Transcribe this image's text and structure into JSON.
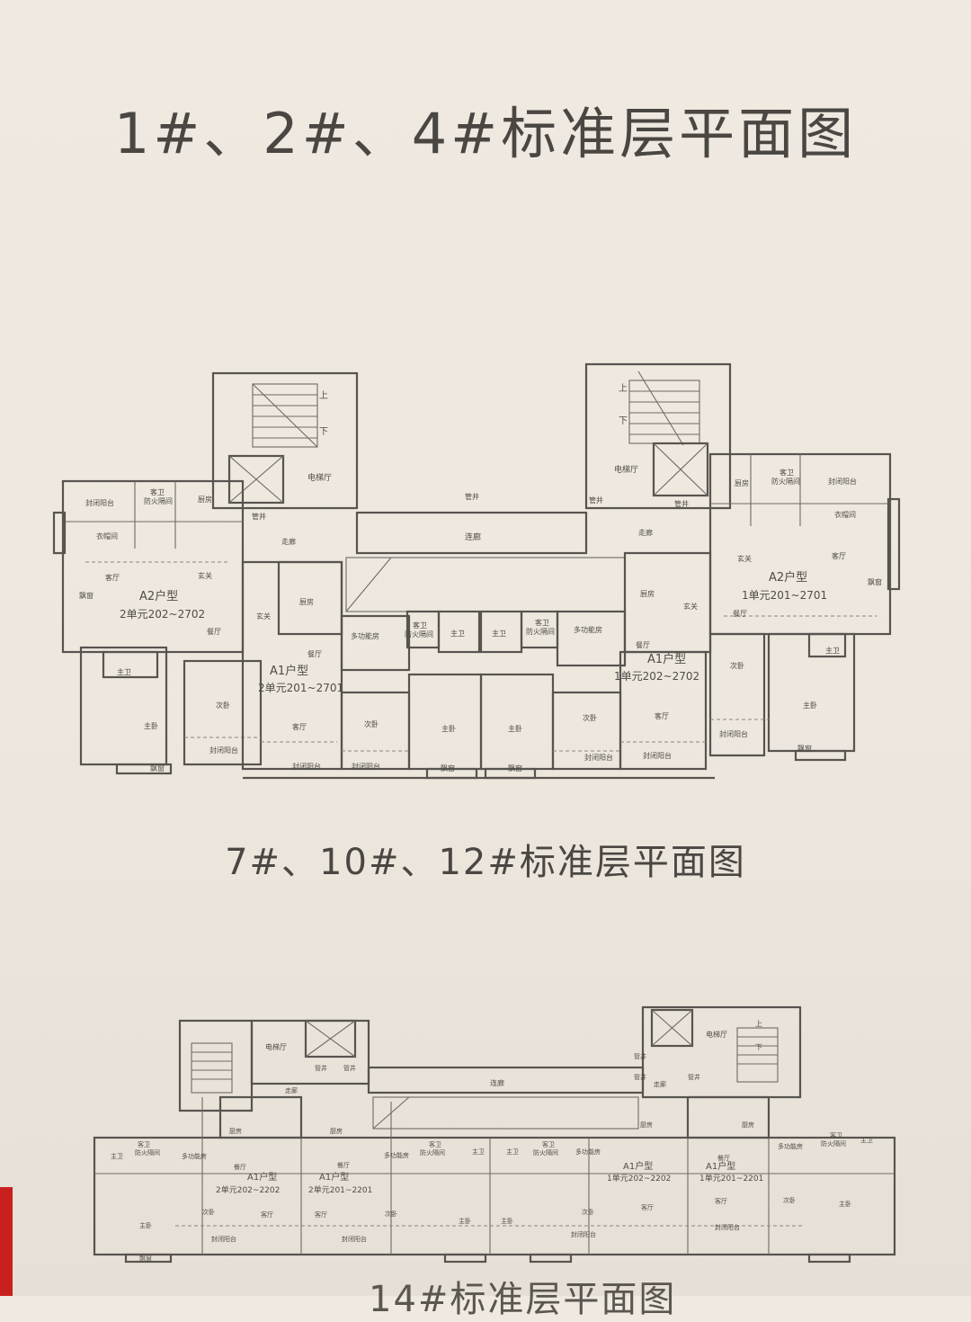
{
  "titles": {
    "plan1": "1#、2#、4#标准层平面图",
    "plan2": "7#、10#、12#标准层平面图",
    "plan3": "14#标准层平面图"
  },
  "plan1": {
    "rooms": {
      "stair_up_l": "上",
      "stair_down_l": "下",
      "stair_up_r": "上",
      "stair_down_r": "下",
      "lift_hall_l": "电梯厅",
      "lift_hall_r": "电梯厅",
      "pipe_l": "管井",
      "pipe_c": "管井",
      "pipe_r1": "管井",
      "pipe_r2": "管井",
      "corridor_l": "走廊",
      "corridor_r": "走廊",
      "link_corridor": "连廊",
      "a2l_balcony": "封闭阳台",
      "a2l_guest_bath": "客卫",
      "a2l_fire_room": "防火隔间",
      "a2l_kitchen": "厨房",
      "a2l_closet": "衣帽间",
      "a2l_living": "客厅",
      "a2l_foyer": "玄关",
      "a2l_bay": "飘窗",
      "a2l_dining": "餐厅",
      "a2l_master_bath": "主卫",
      "a2l_second_bed": "次卧",
      "a2l_master_bed": "主卧",
      "a2l_bay2": "飘窗",
      "a2l_balcony2": "封闭阳台",
      "a1l_foyer": "玄关",
      "a1l_kitchen": "厨房",
      "a1l_dining": "餐厅",
      "a1l_living": "客厅",
      "a1l_balcony": "封闭阳台",
      "a1l_second_bed": "次卧",
      "a1l_balcony2": "封闭阳台",
      "a1l_multi": "多功能房",
      "a1l_guest_bath": "客卫",
      "a1l_fire_room": "防火隔间",
      "a1l_master_bath": "主卫",
      "a1l_master_bed": "主卧",
      "a1l_bay": "飘窗",
      "a1r_master_bath": "主卫",
      "a1r_guest_bath": "客卫",
      "a1r_fire_room": "防火隔间",
      "a1r_multi": "多功能房",
      "a1r_kitchen": "厨房",
      "a1r_foyer": "玄关",
      "a1r_dining": "餐厅",
      "a1r_master_bed": "主卧",
      "a1r_bay": "飘窗",
      "a1r_second_bed": "次卧",
      "a1r_living": "客厅",
      "a1r_balcony": "封闭阳台",
      "a1r_balcony2": "封闭阳台",
      "a2r_kitchen": "厨房",
      "a2r_guest_bath": "客卫",
      "a2r_fire_room": "防火隔间",
      "a2r_balcony": "封闭阳台",
      "a2r_closet": "衣帽间",
      "a2r_foyer": "玄关",
      "a2r_living": "客厅",
      "a2r_bay": "飘窗",
      "a2r_dining": "餐厅",
      "a2r_master_bath": "主卫",
      "a2r_second_bed": "次卧",
      "a2r_master_bed": "主卧",
      "a2r_balcony2": "封闭阳台",
      "a2r_bay2": "飘窗"
    },
    "units": [
      {
        "type": "A2户型",
        "range": "2单元202~2702"
      },
      {
        "type": "A1户型",
        "range": "2单元201~2701"
      },
      {
        "type": "A1户型",
        "range": "1单元202~2702"
      },
      {
        "type": "A2户型",
        "range": "1单元201~2701"
      }
    ]
  },
  "plan2": {
    "rooms": {
      "lift_hall_l": "电梯厅",
      "lift_hall_r": "电梯厅",
      "pipe_l1": "管井",
      "pipe_l2": "管井",
      "pipe_r1": "管井",
      "pipe_r2": "管井",
      "pipe_r3": "管井",
      "corridor_l": "走廊",
      "corridor_r": "走廊",
      "link_corridor": "连廊",
      "stair_up_r": "上",
      "stair_down_r": "下",
      "u1_guest_bath": "客卫",
      "u1_fire": "防火隔间",
      "u1_multi": "多功能房",
      "u1_master_bath": "主卫",
      "u1_kitchen": "厨房",
      "u1_dining": "餐厅",
      "u1_master_bed": "主卧",
      "u1_second_bed": "次卧",
      "u1_living": "客厅",
      "u1_balcony": "封闭阳台",
      "u1_bay": "飘窗",
      "u2_kitchen": "厨房",
      "u2_dining": "餐厅",
      "u2_multi": "多功能房",
      "u2_guest_bath": "客卫",
      "u2_fire": "防火隔间",
      "u2_master_bath": "主卫",
      "u2_living": "客厅",
      "u2_second_bed": "次卧",
      "u2_balcony": "封闭阳台",
      "u2_master_bed": "主卧",
      "u3_master_bath": "主卫",
      "u3_guest_bath": "客卫",
      "u3_fire": "防火隔间",
      "u3_multi": "多功能房",
      "u3_kitchen": "厨房",
      "u3_master_bed": "主卧",
      "u3_second_bed": "次卧",
      "u3_living": "客厅",
      "u3_balcony": "封闭阳台",
      "u4_kitchen": "厨房",
      "u4_dining": "餐厅",
      "u4_multi": "多功能房",
      "u4_guest_bath": "客卫",
      "u4_fire": "防火隔间",
      "u4_master_bath": "主卫",
      "u4_living": "客厅",
      "u4_second_bed": "次卧",
      "u4_master_bed": "主卧",
      "u4_balcony": "封闭阳台"
    },
    "units": [
      {
        "type": "A1户型",
        "range": "2单元202~2202"
      },
      {
        "type": "A1户型",
        "range": "2单元201~2201"
      },
      {
        "type": "A1户型",
        "range": "1单元202~2202"
      },
      {
        "type": "A1户型",
        "range": "1单元201~2201"
      }
    ]
  }
}
